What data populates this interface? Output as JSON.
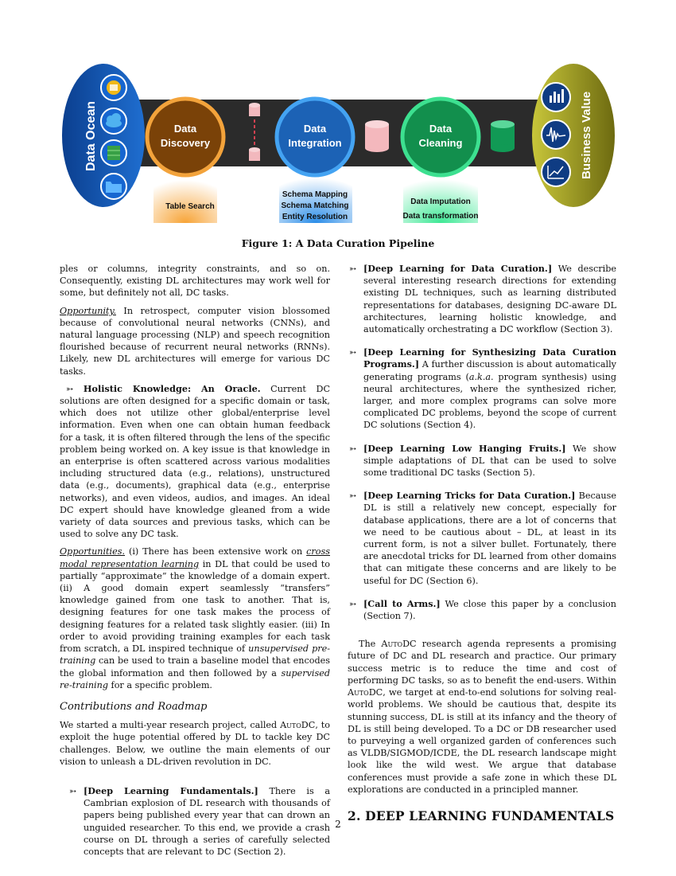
{
  "figure": {
    "caption": "Figure 1: A Data Curation Pipeline",
    "data_ocean": "Data Ocean",
    "business_value": "Business Value",
    "stages": [
      {
        "line1": "Data",
        "line2": "Discovery",
        "color": "#8a4a0b"
      },
      {
        "line1": "Data",
        "line2": "Integration",
        "color": "#1e6fc0"
      },
      {
        "line1": "Data",
        "line2": "Cleaning",
        "color": "#119a55"
      }
    ],
    "stage_tasks": [
      {
        "lines": [
          "Table Search"
        ],
        "color": "#f0a040"
      },
      {
        "lines": [
          "Schema Mapping",
          "Schema Matching",
          "Entity Resolution"
        ],
        "color": "#3f9de8"
      },
      {
        "lines": [
          "Data Imputation",
          "Data transformation"
        ],
        "color": "#52e29a"
      }
    ],
    "ocean_icons": [
      "database-icon",
      "cloud-icon",
      "spreadsheet-icon",
      "folder-icon"
    ],
    "value_icons": [
      "bar-chart-icon",
      "waveform-icon",
      "line-chart-icon"
    ]
  },
  "left": {
    "p1": "ples or columns, integrity constraints, and so on. Consequently, existing DL architectures may work well for some, but definitely not all, DC tasks.",
    "p2_label": "Opportunity.",
    "p2": " In retrospect, computer vision blossomed because of convolutional neural networks (CNNs), and natural language processing (NLP) and speech recognition flourished because of recurrent neural networks (RNNs). Likely, new DL architectures will emerge for various DC tasks.",
    "hk_title": "Holistic Knowledge: An Oracle.",
    "hk_body": " Current DC solutions are often designed for a specific domain or task, which does not utilize other global/enterprise level information. Even when one can obtain human feedback for a task, it is often filtered through the lens of the specific problem being worked on. A key issue is that knowledge in an enterprise is often scattered across various modalities including structured data (e.g., relations), unstructured data (e.g., documents), graphical data (e.g., enterprise networks), and even videos, audios, and images. An ideal DC expert should have knowledge gleaned from a wide variety of data sources and previous tasks, which can be used to solve any DC task.",
    "op_label": "Opportunities.",
    "op_a": " (i) There has been extensive work on ",
    "op_italic1": "cross modal representation learning",
    "op_b": " in DL that could be used to partially “approximate” the knowledge of a domain expert. (ii) A good domain expert seamlessly “transfers” knowledge gained from one task to another. That is, designing features for one task makes the process of designing features for a related task slightly easier. (iii) In order to avoid providing training examples for each task from scratch, a DL inspired technique of ",
    "op_italic2": "unsupervised pre-training",
    "op_c": " can be used to train a baseline model that encodes the global information and then followed by a ",
    "op_italic3": "supervised re-training",
    "op_d": " for a specific problem.",
    "contrib_heading": "Contributions and Roadmap",
    "contrib_a": "We started a multi-year research project, called ",
    "autodc": "AutoDC",
    "contrib_b": ", to exploit the huge potential offered by DL to tackle key DC challenges. Below, we outline the main elements of our vision to unleash a DL-driven revolution in DC.",
    "dlf_title": "[Deep Learning Fundamentals.]",
    "dlf_body": " There is a Cambrian explosion of DL research with thousands of papers being published every year that can drown an unguided researcher. To this end, we provide a crash course on DL through a series of carefully selected concepts that are relevant to DC (Section 2)."
  },
  "right": {
    "b1_title": "[Deep Learning for Data Curation.]",
    "b1_body": " We describe several interesting research directions for extending existing DL techniques, such as learning distributed representations for databases, designing DC-aware DL architectures, learning holistic knowledge, and automatically orchestrating a DC workflow (Section 3).",
    "b2_title": "[Deep Learning for Synthesizing Data Curation Programs.]",
    "b2_a": " A further discussion is about automatically generating programs (",
    "b2_aka": "a.k.a.",
    "b2_b": " program synthesis) using neural architectures, where the synthesized richer, larger, and more complex programs can solve more complicated DC problems, beyond the scope of current DC solutions (Section 4).",
    "b3_title": "[Deep Learning Low Hanging Fruits.]",
    "b3_body": " We show simple adaptations of DL that can be used to solve some traditional DC tasks (Section 5).",
    "b4_title": "[Deep Learning Tricks for Data Curation.]",
    "b4_body": " Because DL is still a relatively new concept, especially for database applications, there are a lot of concerns that we need to be cautious about – DL, at least in its current form, is not a silver bullet. Fortunately, there are anecdotal tricks for DL learned from other domains that can mitigate these concerns and are likely to be useful for DC (Section 6).",
    "b5_title": "[Call to Arms.]",
    "b5_body": " We close this paper by a conclusion (Section 7).",
    "closing_a": "The ",
    "autodc": "AutoDC",
    "closing_b": " research agenda represents a promising future of DC and DL research and practice. Our primary success metric is to reduce the time and cost of performing DC tasks, so as to benefit the end-users. Within ",
    "closing_c": ", we target at end-to-end solutions for solving real-world problems. We should be cautious that, despite its stunning success, DL is still at its infancy and the theory of DL is still being developed. To a DC or DB researcher used to purveying a well organized garden of conferences such as VLDB/SIGMOD/ICDE, the DL research landscape might look like the wild west. We argue that database conferences must provide a safe zone in which these DL explorations are conducted in a principled manner.",
    "section_heading": "2.   DEEP LEARNING FUNDAMENTALS"
  },
  "page_number": "2"
}
